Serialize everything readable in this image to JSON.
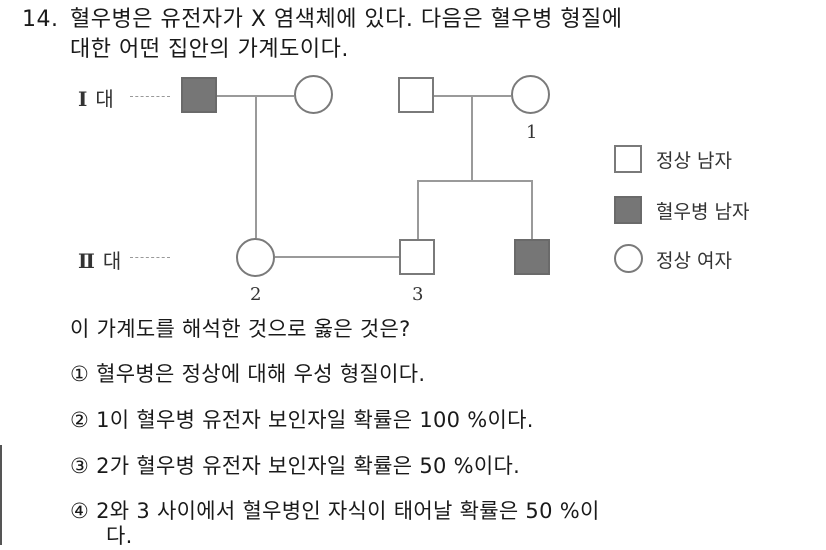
{
  "question": {
    "number": "14.",
    "stem_line1": "혈우병은 유전자가 X 염색체에 있다. 다음은 혈우병 형질에",
    "stem_line2": "대한 어떤 집안의 가계도이다."
  },
  "pedigree": {
    "generations": [
      {
        "roman": "Ⅰ",
        "suffix": "대"
      },
      {
        "roman": "Ⅱ",
        "suffix": "대"
      }
    ],
    "individuals": [
      {
        "id": "I-male-left",
        "generation": 1,
        "sex": "male",
        "status": "affected",
        "label": ""
      },
      {
        "id": "I-female-left",
        "generation": 1,
        "sex": "female",
        "status": "normal",
        "label": ""
      },
      {
        "id": "I-male-right",
        "generation": 1,
        "sex": "male",
        "status": "normal",
        "label": ""
      },
      {
        "id": "I-female-right",
        "generation": 1,
        "sex": "female",
        "status": "normal",
        "label": "1"
      },
      {
        "id": "II-female",
        "generation": 2,
        "sex": "female",
        "status": "normal",
        "label": "2"
      },
      {
        "id": "II-male-3",
        "generation": 2,
        "sex": "male",
        "status": "normal",
        "label": "3"
      },
      {
        "id": "II-male-affected",
        "generation": 2,
        "sex": "male",
        "status": "affected",
        "label": ""
      }
    ],
    "colors": {
      "affected_fill": "#767676",
      "outline": "#7a7a7a",
      "line": "#9a9a9a"
    }
  },
  "legend": {
    "items": [
      {
        "symbol": "open-square",
        "label": "정상 남자"
      },
      {
        "symbol": "filled-square",
        "label": "혈우병 남자"
      },
      {
        "symbol": "open-circle",
        "label": "정상 여자"
      }
    ]
  },
  "prompt": "이 가계도를 해석한 것으로 옳은 것은?",
  "options": [
    {
      "marker": "①",
      "text": "혈우병은 정상에 대해 우성 형질이다."
    },
    {
      "marker": "②",
      "text": "1이 혈우병 유전자 보인자일 확률은 100 %이다."
    },
    {
      "marker": "③",
      "text": "2가 혈우병 유전자 보인자일 확률은 50 %이다."
    },
    {
      "marker": "④",
      "text": "2와 3 사이에서 혈우병인 자식이 태어날 확률은 50 %이",
      "text_cont": "다."
    }
  ]
}
